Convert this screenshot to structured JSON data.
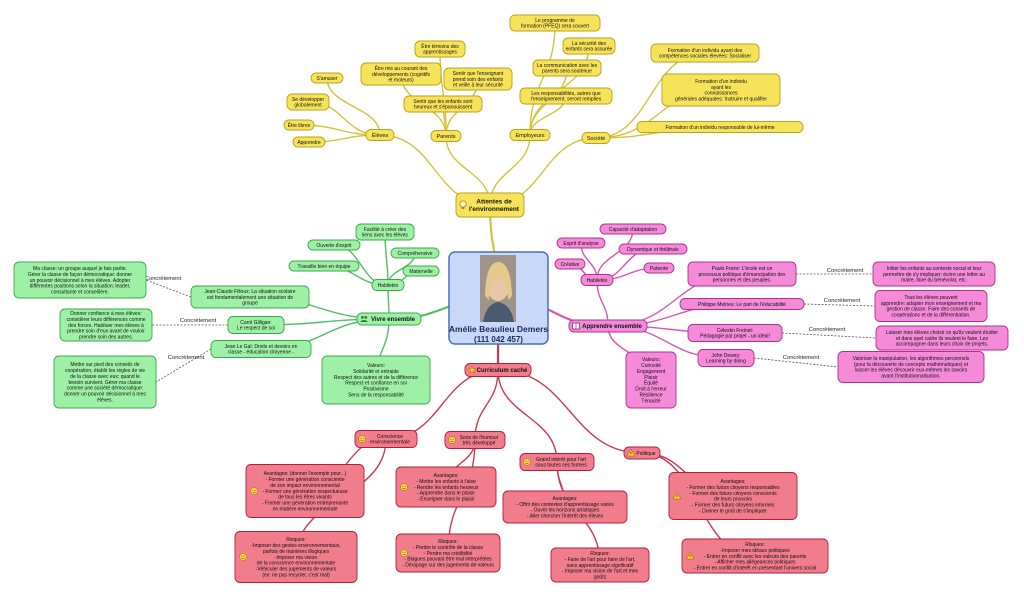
{
  "center": {
    "title": "Amélie Beaulieu Demers",
    "subtitle": "(111 042 457)"
  },
  "icons": {
    "bulb": "bulb-icon",
    "people": "people-icon",
    "star": "star-icon",
    "book": "book-icon",
    "warning": "warning-icon",
    "face": "face-icon"
  },
  "colors": {
    "yellow": {
      "fill": "#f7e35a",
      "stroke": "#b5a21e",
      "link": "#d6c23a"
    },
    "green": {
      "fill": "#9ef0a6",
      "stroke": "#3aa84a",
      "link": "#4fbf5f"
    },
    "pink": {
      "fill": "#f48ad8",
      "stroke": "#b0308f",
      "link": "#d855b5"
    },
    "red": {
      "fill": "#f07c8c",
      "stroke": "#b0203a",
      "link": "#c93a52"
    },
    "center": {
      "fill": "#c8d8f8",
      "stroke": "#4a6fb8"
    }
  },
  "nodes": {
    "attentes": [
      "Attentes de",
      "l'environnement"
    ],
    "eleves": [
      "Élèves"
    ],
    "parents": [
      "Parents"
    ],
    "employeurs": [
      "Employeurs"
    ],
    "societe": [
      "Société"
    ],
    "samuser": [
      "S'amuser"
    ],
    "sedevelopper": [
      "Se développer",
      "globalement"
    ],
    "etrelibres": [
      "Être libres"
    ],
    "apprendre": [
      "Apprendre"
    ],
    "temoins": [
      "Être témoins des",
      "apprentissages"
    ],
    "aucourant": [
      "Être mis au courant des",
      "développements (cognitifs",
      "et moteurs)"
    ],
    "sentirque": [
      "Sentir que l'enseignant",
      "prend soin des enfants",
      "et veille à leur sécurité"
    ],
    "sentirenfants": [
      "Sentir que les enfants sont",
      "heureux et s'épanouissent"
    ],
    "programme": [
      "Le programme de",
      "formation (PFEQ) sera couvert"
    ],
    "securite": [
      "La sécurité des",
      "enfants sera assurée"
    ],
    "communication": [
      "La communication avec les",
      "parents sera soutenue"
    ],
    "responsabilites": [
      "Les responsabilités, autres que",
      "l'enseignement, seront remplies"
    ],
    "individu1": [
      "Formation d'un individu ayant des",
      "compétences sociales élevées: Socialiser"
    ],
    "individu2": [
      "Formation d'un individu",
      "ayant les",
      "connaissances",
      "générales adéquates: Instruire et qualifier"
    ],
    "individu3": [
      "Formation d'un individu responsable de lui-même"
    ],
    "vivre": [
      "Vivre ensemble"
    ],
    "habiletes_g": [
      "Habiletés"
    ],
    "facilite": [
      "Facilité à créer des",
      "liens avec les élèves"
    ],
    "ouverture": [
      "Ouverte d'esprit"
    ],
    "comprehensive": [
      "Compréhensive"
    ],
    "travaille": [
      "Travaille bien en équipe"
    ],
    "maternelle": [
      "Maternelle"
    ],
    "filloux": [
      "Jean-Claude Filloux: La situation scolaire",
      "est fondamentalement une situation de",
      "groupe"
    ],
    "gilligan": [
      "Carol Gilligan:",
      "Le respect de soi"
    ],
    "legal": [
      "Jean Le Gal: Droits et devoirs en",
      "classe - éducation citoyenne -"
    ],
    "maclasse": [
      "Ma classe: un groupe auquel je fais partie.",
      "Gérer la classe de façon démocratique: donner",
      "un pouvoir décisionnel à mes élèves. Adopter",
      "différentes positions selon la situation: leader,",
      "consultante et conseillère."
    ],
    "confiance": [
      "Donner confiance à mes élèves:",
      "considérer leurs différences comme",
      "des forces. Habituer mes élèves à",
      "prendre soin d'eux avant de vouloir",
      "prendre soin des autres."
    ],
    "conseils": [
      "Mettre sur pied des conseils de",
      "coopération, établir les règles de vie",
      "de la classe avec eux; quand le",
      "besoin survient. Gérer ma classe",
      "comme une société démocratique:",
      "donner un pouvoir décisionnel à mes",
      "élèves."
    ],
    "valeurs_g": [
      "Valeurs:",
      "Solidarité et entraide",
      "Respect des autres et de la différence",
      "Respect et confiance en soi",
      "Positivisme",
      "Sens de la responsabilité"
    ],
    "apprendre_e": [
      "Apprendre ensemble"
    ],
    "habiletes_p": [
      "Habiletés"
    ],
    "adaptation": [
      "Capacité d'adaptation"
    ],
    "analyse": [
      "Esprit d'analyse"
    ],
    "dynamique": [
      "Dynamique et théâtrale"
    ],
    "creative": [
      "Créative"
    ],
    "patiente": [
      "Patiente"
    ],
    "freire": [
      "Paulo Freire: L'école est un",
      "processus politique d'émancipation des",
      "personnes et des peuples."
    ],
    "meirieu": [
      "Philippe Meirieu: Le pari de l'éducabilité"
    ],
    "freinet": [
      "Célestin Freinet:",
      "Pédagogie par projet - un idéal!"
    ],
    "dewey": [
      "John Dewey:",
      "Learning by doing"
    ],
    "initier": [
      "Initier les enfants au contexte social et leur",
      "permettre de s'y impliquer: écrire une lettre au",
      "maire, faire du bénévolat, etc."
    ],
    "touseleves": [
      "Tous les élèves peuvent",
      "apprendre: adapter mon enseignement et ma",
      "gestion de classe. Faire des conseils de",
      "coopérations et de la différentiation."
    ],
    "laisser": [
      "Laisser mes élèves choisir ce qu'ils veulent étudier",
      "et dans quel cadre ils veulent le faire. Les",
      "accompagner dans leurs choix de projets."
    ],
    "valoriser": [
      "Valoriser la manipulation, les algorithmes personnels",
      "(pour la découverte de concepts mathématiques) et",
      "laisser les élèves découvrir eux-mêmes les savoirs",
      "avant l'institutionnalisation."
    ],
    "valeurs_p": [
      "Valeurs:",
      "Curiosité",
      "Engagement",
      "Plaisir",
      "Équité",
      "Droit à l'erreur",
      "Résilience",
      "Ténacité"
    ],
    "curriculum": [
      "Curriculum caché"
    ],
    "conscience": [
      "Conscience",
      "environnementale"
    ],
    "humour": [
      "Sens de l'humour",
      "très développé"
    ],
    "interetart": [
      "Grand intérêt pour l'art",
      "sous toutes ses formes"
    ],
    "politique": [
      "Politique"
    ],
    "av_env": [
      "Avantages: (donner l'exemple pour...)",
      "- Former une génération consciente",
      "de son impact environnemental",
      "- Former une génération respectueuse",
      "de tous les êtres vivants",
      "- Former une génération entreprenante",
      "en matière environnementale"
    ],
    "ri_env": [
      "Risques:",
      "-Imposer des gestes environnementaux,",
      "parfois de manières illogiques",
      "-Imposer ma vision",
      "de la conscience environnementale",
      "-Véhiculer des jugements de valeurs",
      "(ex: ne pas recycler, c'est mal)"
    ],
    "av_hum": [
      "Avantages:",
      "- Mettre les enfants à l'aise",
      "- Rendre les enfants heureux",
      "- Apprendre dans le plaisir",
      "- Enseigner dans le plaisir"
    ],
    "ri_hum": [
      "Risques:",
      "- Perdre le contrôle de la classe",
      "- Perdre ma crédibilité",
      "- Blagues pouvant être mal interprétées",
      "- Dérapage sur des jugements de valeurs"
    ],
    "av_art": [
      "Avantages:",
      "- Offrir des contextes d'apprentissage variés",
      "- Ouvrir les horizons artistiques",
      "- Aller chercher l'intérêt des élèves"
    ],
    "ri_art": [
      "Risques:",
      "- Faire de l'art pour faire de l'art,",
      "sans apprentissage significatif",
      "- Imposer ma vision de l'art et mes",
      "goûts"
    ],
    "av_pol": [
      "Avantages:",
      "- Former des futurs citoyens responsables",
      "- Former des futurs citoyens conscients",
      "de leurs pouvoirs",
      "- Former des futurs citoyens informés",
      "- Donner le goût de s'impliquer"
    ],
    "ri_pol": [
      "Risques:",
      "-Imposer mes idéaux politiques",
      "- Entrer en conflit avec les valeurs des parents",
      "- Afficher mes allégeances politiques",
      "- Entrer en conflit d'intérêt en présentant l'univers social"
    ]
  },
  "relations": {
    "concretement": "Concrètement"
  }
}
